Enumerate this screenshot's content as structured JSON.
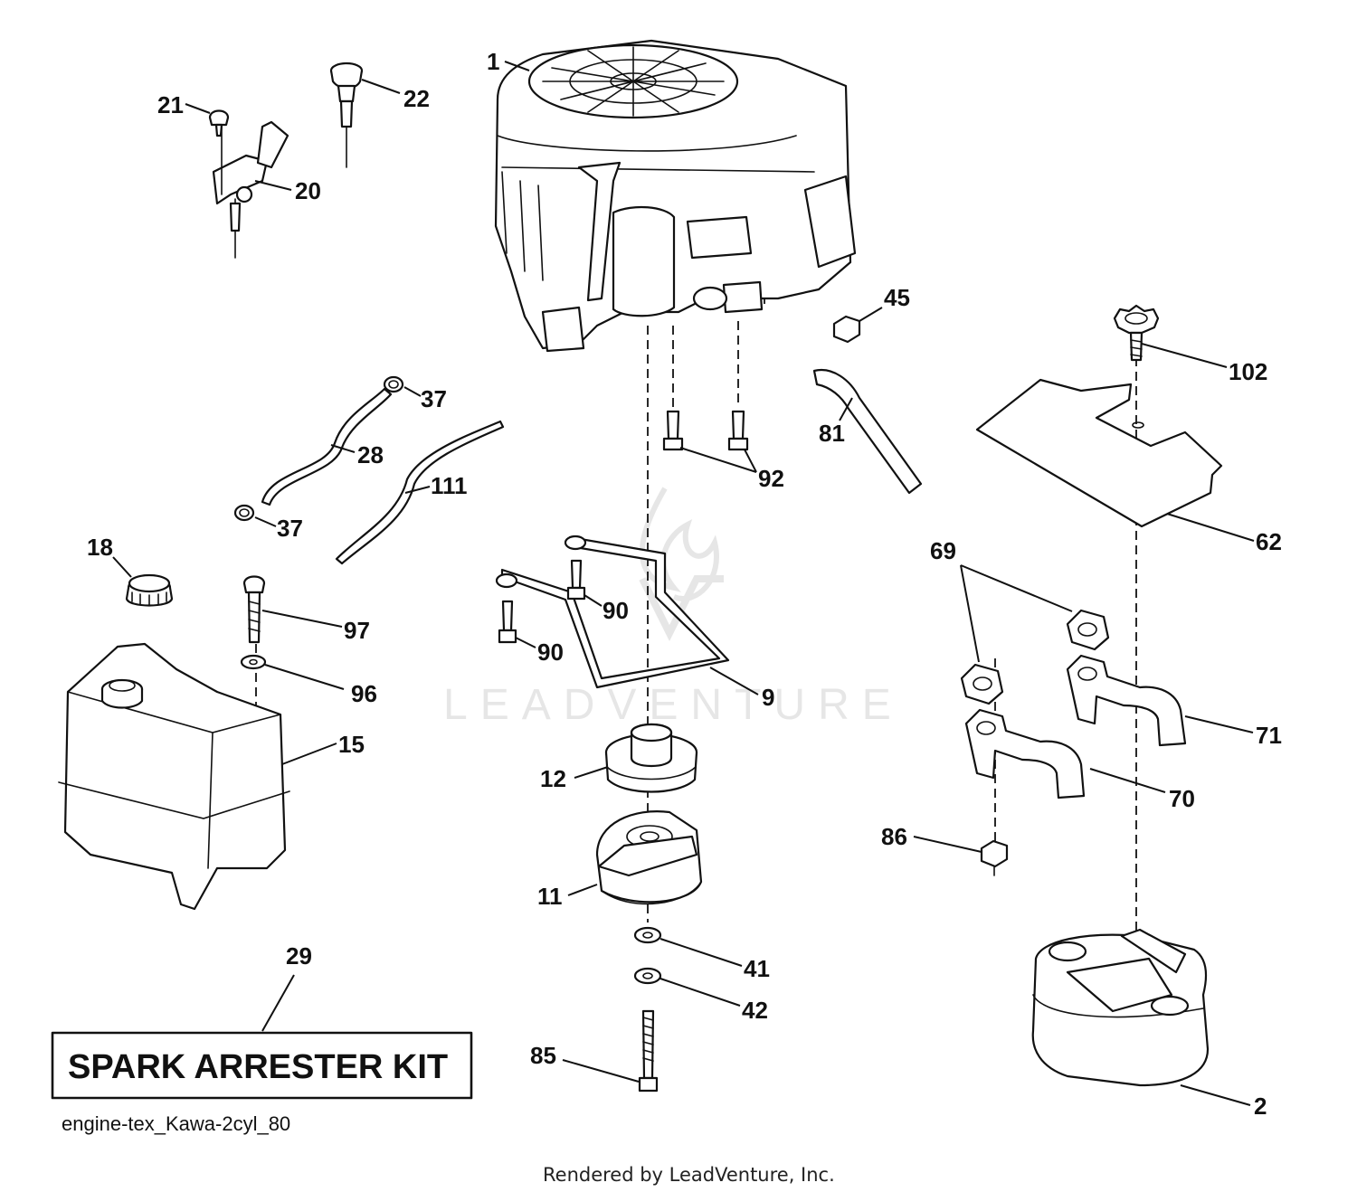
{
  "callouts": {
    "p1": "1",
    "p2": "2",
    "p9": "9",
    "p11": "11",
    "p12": "12",
    "p15": "15",
    "p18": "18",
    "p20": "20",
    "p21": "21",
    "p22": "22",
    "p28": "28",
    "p29": "29",
    "p37a": "37",
    "p37b": "37",
    "p41": "41",
    "p42": "42",
    "p45": "45",
    "p62": "62",
    "p69": "69",
    "p70": "70",
    "p71": "71",
    "p81": "81",
    "p85": "85",
    "p86": "86",
    "p90a": "90",
    "p90b": "90",
    "p92": "92",
    "p96": "96",
    "p97": "97",
    "p102": "102",
    "p111": "111"
  },
  "kit_label": "SPARK ARRESTER KIT",
  "diagram_id": "engine-tex_Kawa-2cyl_80",
  "credit": "Rendered by LeadVenture, Inc.",
  "watermark": "LEADVENTURE",
  "line_color": "#111111",
  "watermark_color": "#e6e6e6"
}
